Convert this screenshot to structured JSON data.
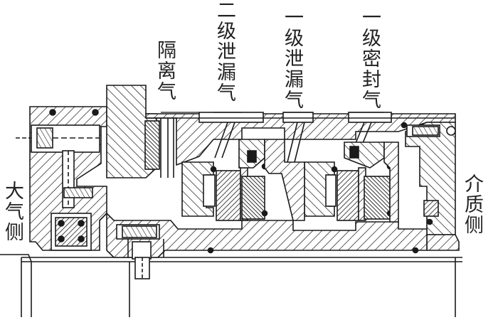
{
  "labels": {
    "isolation_gas": "隔离气",
    "secondary_leak": "二级泄漏气",
    "primary_leak": "一级泄漏气",
    "primary_seal": "一级密封气",
    "atmosphere_side": "大气侧",
    "medium_side": "介质侧"
  },
  "colors": {
    "stroke": "#1a1a1a",
    "hatch": "#1a1a1a",
    "background": "#ffffff"
  }
}
